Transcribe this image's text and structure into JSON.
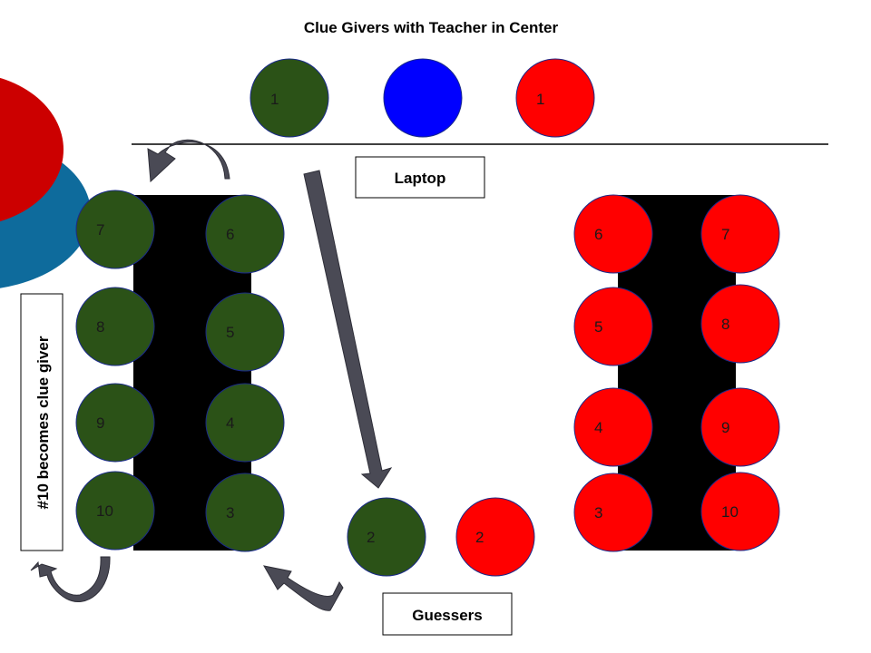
{
  "title": "Clue Givers with Teacher in Center",
  "labels": {
    "laptop": "Laptop",
    "guessers": "Guessers",
    "rotation_note": "#10 becomes clue giver"
  },
  "colors": {
    "green_team": "#2b5217",
    "red_team": "#ff0000",
    "teacher": "#0000ff",
    "desk": "#000000",
    "arrow": "#4a4a55",
    "decor_red": "#cc0000",
    "decor_blue": "#0e6b9c",
    "circle_stroke": "#1a2a8a"
  },
  "clue_givers": {
    "green_seat": "1",
    "teacher_seat": "",
    "red_seat": "1"
  },
  "guessers_front": {
    "green_seat": "2",
    "red_seat": "2"
  },
  "green_table": {
    "left_column": [
      "7",
      "8",
      "9",
      "10"
    ],
    "right_column": [
      "6",
      "5",
      "4",
      "3"
    ]
  },
  "red_table": {
    "left_column": [
      "6",
      "5",
      "4",
      "3"
    ],
    "right_column": [
      "7",
      "8",
      "9",
      "10"
    ]
  },
  "icons": [
    "curved-arrow-icon",
    "straight-arrow-icon",
    "return-arrow-icon",
    "bottom-curved-arrow-icon"
  ]
}
